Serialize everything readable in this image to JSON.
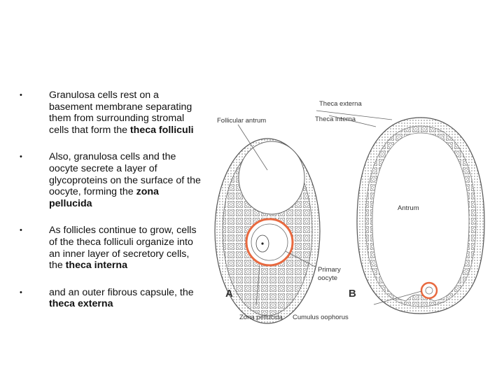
{
  "bullets": [
    {
      "text": "Granulosa cells rest on a basement membrane separating them from surrounding stromal cells that form the ",
      "bold": "theca folliculi"
    },
    {
      "text": "Also, granulosa cells and the oocyte secrete a layer of glycoproteins on the surface of the oocyte, forming the ",
      "bold": "zona pellucida"
    },
    {
      "text": "As follicles continue to grow, cells of the theca folliculi organize into an inner layer of secretory cells, the ",
      "bold": "theca interna"
    },
    {
      "text": "and an outer fibrous capsule, the ",
      "bold": "theca externa"
    }
  ],
  "bullet_symbol": "•",
  "diagram": {
    "labels": {
      "follicular_antrum": "Follicular antrum",
      "theca_externa": "Theca externa",
      "theca_interna": "Theca interna",
      "antrum": "Antrum",
      "primary_oocyte_line1": "Primary",
      "primary_oocyte_line2": "oocyte",
      "zona_pellucida": "Zona pellucida",
      "cumulus_oophorus": "Cumulus oophorus",
      "panel_a": "A",
      "panel_b": "B"
    },
    "colors": {
      "highlight": "#e8693f",
      "outline": "#555555",
      "stipple": "#888888"
    }
  }
}
